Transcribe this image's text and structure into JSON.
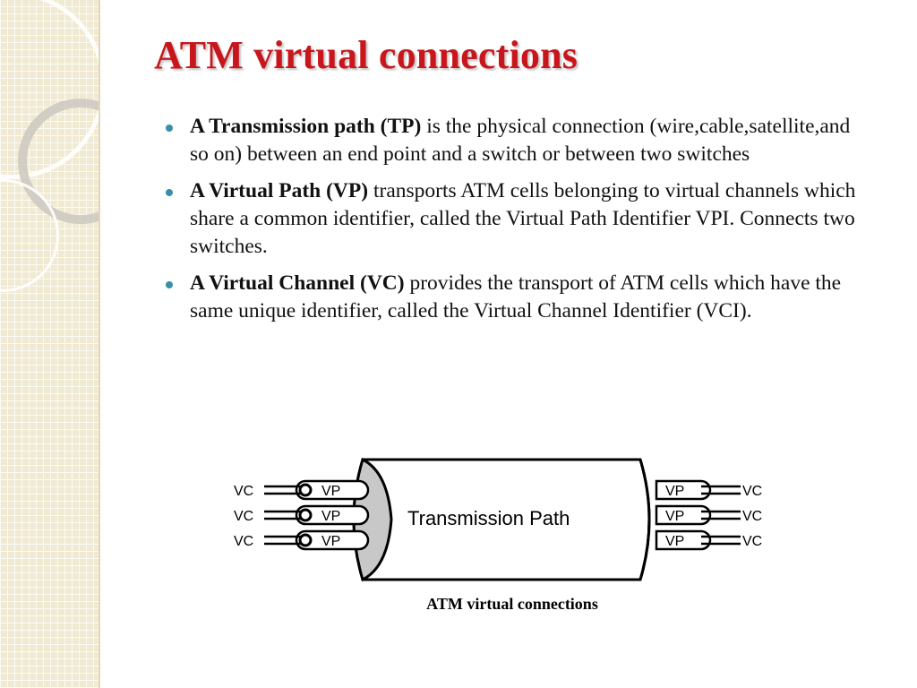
{
  "slide": {
    "title": "ATM virtual connections",
    "accent_color": "#c8161d",
    "bullet_color": "#3a8fa8"
  },
  "bullets": [
    {
      "term": "A Transmission path (TP)",
      "text": " is the physical connection (wire,cable,satellite,and so on) between an end point and a switch or between two switches"
    },
    {
      "term": "A Virtual Path (VP)",
      "text": " transports ATM cells belonging to virtual channels which share a common identifier, called the Virtual Path Identifier VPI. Connects two switches."
    },
    {
      "term": "A Virtual Channel (VC)",
      "text": " provides the transport of ATM cells which have the same unique identifier, called the Virtual Channel Identifier (VCI)."
    }
  ],
  "diagram": {
    "center_label": "Transmission Path",
    "vc_label": "VC",
    "vp_label": "VP",
    "caption": "ATM virtual connections"
  }
}
